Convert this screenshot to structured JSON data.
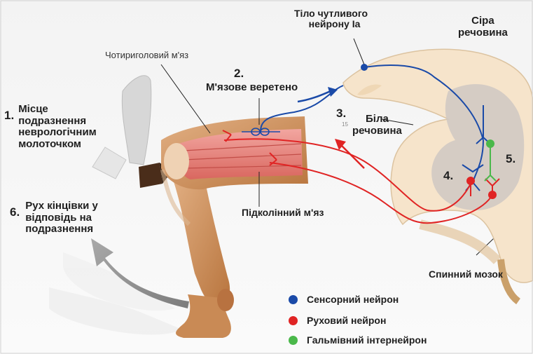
{
  "labels": {
    "step1": {
      "num": "1.",
      "lines": [
        "Місце",
        "подразнення",
        "неврологічним",
        "молоточком"
      ]
    },
    "step2": {
      "num": "2.",
      "text": "М'язове веретено"
    },
    "step3": {
      "num": "3."
    },
    "step4": {
      "num": "4."
    },
    "step5": {
      "num": "5."
    },
    "step6": {
      "num": "6.",
      "lines": [
        "Рух кінцівки у",
        "відповідь на",
        "подразнення"
      ]
    },
    "quadriceps": "Чотириголовий м'яз",
    "hamstring": "Підколінний м'яз",
    "sensory_body": [
      "Тіло чутливого",
      "нейрону Ia"
    ],
    "gray_matter": [
      "Сіра",
      "речовина"
    ],
    "white_matter": [
      "Біла",
      "речовина"
    ],
    "spinal_cord": "Спинний мозок",
    "tiny_mark": "15"
  },
  "legend": [
    {
      "color": "#1a4aa8",
      "label": "Сенсорний нейрон"
    },
    {
      "color": "#e02424",
      "label": "Руховий нейрон"
    },
    {
      "color": "#4ab84a",
      "label": "Гальмівний інтернейрон"
    }
  ],
  "colors": {
    "sensory": "#1a4aa8",
    "motor": "#e02424",
    "inhibitory": "#4ab84a"
  }
}
